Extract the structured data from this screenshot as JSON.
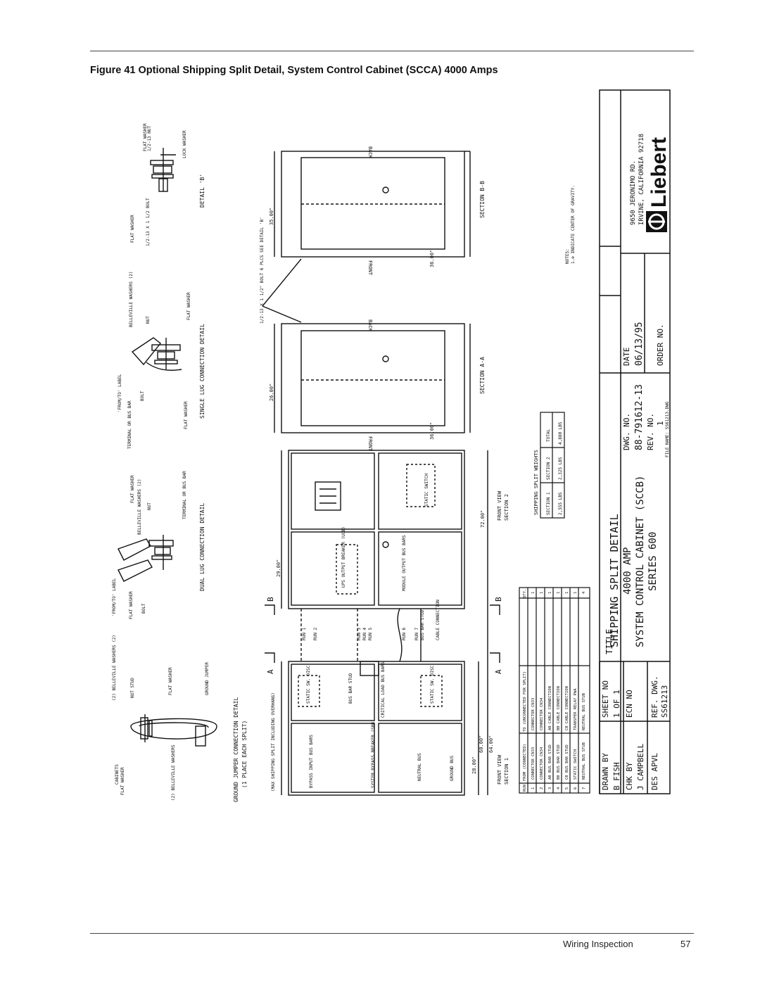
{
  "figure": {
    "caption": "Figure 41  Optional Shipping Split Detail, System Control Cabinet (SCCA) 4000 Amps"
  },
  "drawing": {
    "details": {
      "ground_jumper": {
        "labels": [
          "(2) BELLEVILLE WASHERS (2)",
          "NUT STUD",
          "FLAT WASHER",
          "GROUND JUMPER",
          "CABINETS",
          "FLAT WASHER",
          "(2) BELLEVILLE WASHERS"
        ],
        "title": "GROUND JUMPER CONNECTION DETAIL",
        "subtitle": "(1 PLACE EACH SPLIT)"
      },
      "dual_lug": {
        "labels": [
          "'FROM/TO' LABEL",
          "FLAT WASHER",
          "BOLT",
          "BELLEVILLE WASHERS (2)",
          "NUT",
          "FLAT WASHER",
          "TERMINAL OR BUS BAR"
        ],
        "title": "DUAL LUG CONNECTION DETAIL"
      },
      "single_lug": {
        "labels": [
          "'FROM/TO' LABEL",
          "TERMINAL OR BUS BAR",
          "BOLT",
          "FLAT WASHER",
          "BELLEVILLE WASHERS (2)",
          "NUT",
          "FLAT WASHER"
        ],
        "title": "SINGLE LUG CONNECTION DETAIL"
      },
      "detail_b": {
        "labels": [
          "FLAT WASHER",
          "1/2-13 NUT",
          "LOCK WASHER",
          "FLAT WASHER",
          "1/2-13 X 1 1/2 BOLT"
        ],
        "title": "DETAIL 'B'"
      }
    },
    "front_view": {
      "shipping_split_note": "(MAX SHIPPING SPLIT INCLUDING OVERHANG)",
      "section_markers": [
        "A",
        "B",
        "A",
        "B"
      ],
      "section1_labels": [
        "BYPASS INPUT BUS BARS",
        "SYSTEM BYPASS BREAKER (SBB)",
        "NEUTRAL BUS",
        "GROUND BUS",
        "STATIC SW. DISC.",
        "BUS BAR STUD",
        "CRITICAL LOAD BUS BARS",
        "STATIC SW. DISC."
      ],
      "section2_labels": [
        "UPS OUTPUT BREAKER (UOB)",
        "MODULE OUTPUT BUS BARS",
        "STATIC SWITCH"
      ],
      "runs": [
        "RUN 1",
        "RUN 2",
        "RUN 3",
        "RUN 4",
        "RUN 5",
        "RUN 6",
        "RUN 7",
        "BUS BAR STUD",
        "CABLE CONNECTION"
      ],
      "dims": [
        "28.00\"",
        "60.00\"",
        "64.00\"",
        "29.00\"",
        "72.00\""
      ],
      "view_labels": [
        "FRONT VIEW",
        "SECTION 1",
        "FRONT VIEW",
        "SECTION 2"
      ]
    },
    "sections": {
      "aa": {
        "label": "SECTION A-A",
        "depth": "26.00\"",
        "width": "36.00\"",
        "front": "FRONT",
        "back": "BACK"
      },
      "bb": {
        "label": "SECTION B-B",
        "depth": "35.00\"",
        "width": "36.00\"",
        "front": "FRONT",
        "back": "BACK"
      },
      "bolt_note": "1/2-13 X 1 1/2\" BOLT 6 PLCS SEE DETAIL 'B'",
      "notes_title": "NOTES:",
      "note1": "1.⊕ INDICATE CENTER OF GRAVITY."
    },
    "weights_table": {
      "title": "SHIPPING SPLIT WEIGHTS",
      "headers": [
        "SECTION 1",
        "SECTION 2",
        "TOTAL"
      ],
      "values": [
        "2,555 LBS",
        "2,325 LBS",
        "4,880 LBS"
      ]
    },
    "run_table": {
      "headers": [
        "RUN",
        "FROM (CONNECTED)",
        "TO (UNCONNECTED FOR SPLIT)",
        "QTY."
      ],
      "rows": [
        [
          "1",
          "CONNECTOR CN33",
          "CONNECTOR CN33",
          "1"
        ],
        [
          "2",
          "CONNECTOR CN34",
          "CONNECTOR CN34",
          "1"
        ],
        [
          "3",
          "A0 BUS BAR STUD",
          "A0 CABLE CONNECTION",
          "1"
        ],
        [
          "4",
          "B0 BUS BAR STUD",
          "B0 CABLE CONNECTION",
          "1"
        ],
        [
          "5",
          "C0 BUS BAR STUD",
          "C0 CABLE CONNECTION",
          "1"
        ],
        [
          "6",
          "STATIC SWITCH",
          "TRANSFER RELAY PWA",
          "1"
        ],
        [
          "7",
          "NEUTRAL BUS STUB",
          "NEUTRAL BUS STUB",
          "4"
        ]
      ]
    },
    "title_block": {
      "title_label": "TITLE",
      "title_lines": [
        "SHIPPING SPLIT DETAIL",
        "4000 AMP",
        "SYSTEM CONTROL CABINET (SCCB)",
        "SERIES 600"
      ],
      "drawn_by_label": "DRAWN BY",
      "drawn_by": "B FISH",
      "sheet_no_label": "SHEET NO",
      "sheet_no": "1 OF 1",
      "chk_by_label": "CHK BY",
      "chk_by": "J CAMPBELL",
      "ecn_label": "ECN NO",
      "des_apvl_label": "DES APVL",
      "ref_dwg_label": "REF. DWG.",
      "ref_dwg": "SS61213",
      "dwg_no_label": "DWG. NO.",
      "dwg_no": "88-791612-13",
      "date_label": "DATE",
      "date": "06/13/95",
      "rev_no_label": "REV. NO.",
      "rev_no": "1",
      "order_no_label": "ORDER NO.",
      "file_name": "FILE NAME: SS61213.DWG",
      "company": "Liebert",
      "address1": "9650 JERONIMO RD.",
      "address2": "IRVINE, CALIFORNIA 92718"
    }
  },
  "footer": {
    "section": "Wiring Inspection",
    "page": "57"
  }
}
